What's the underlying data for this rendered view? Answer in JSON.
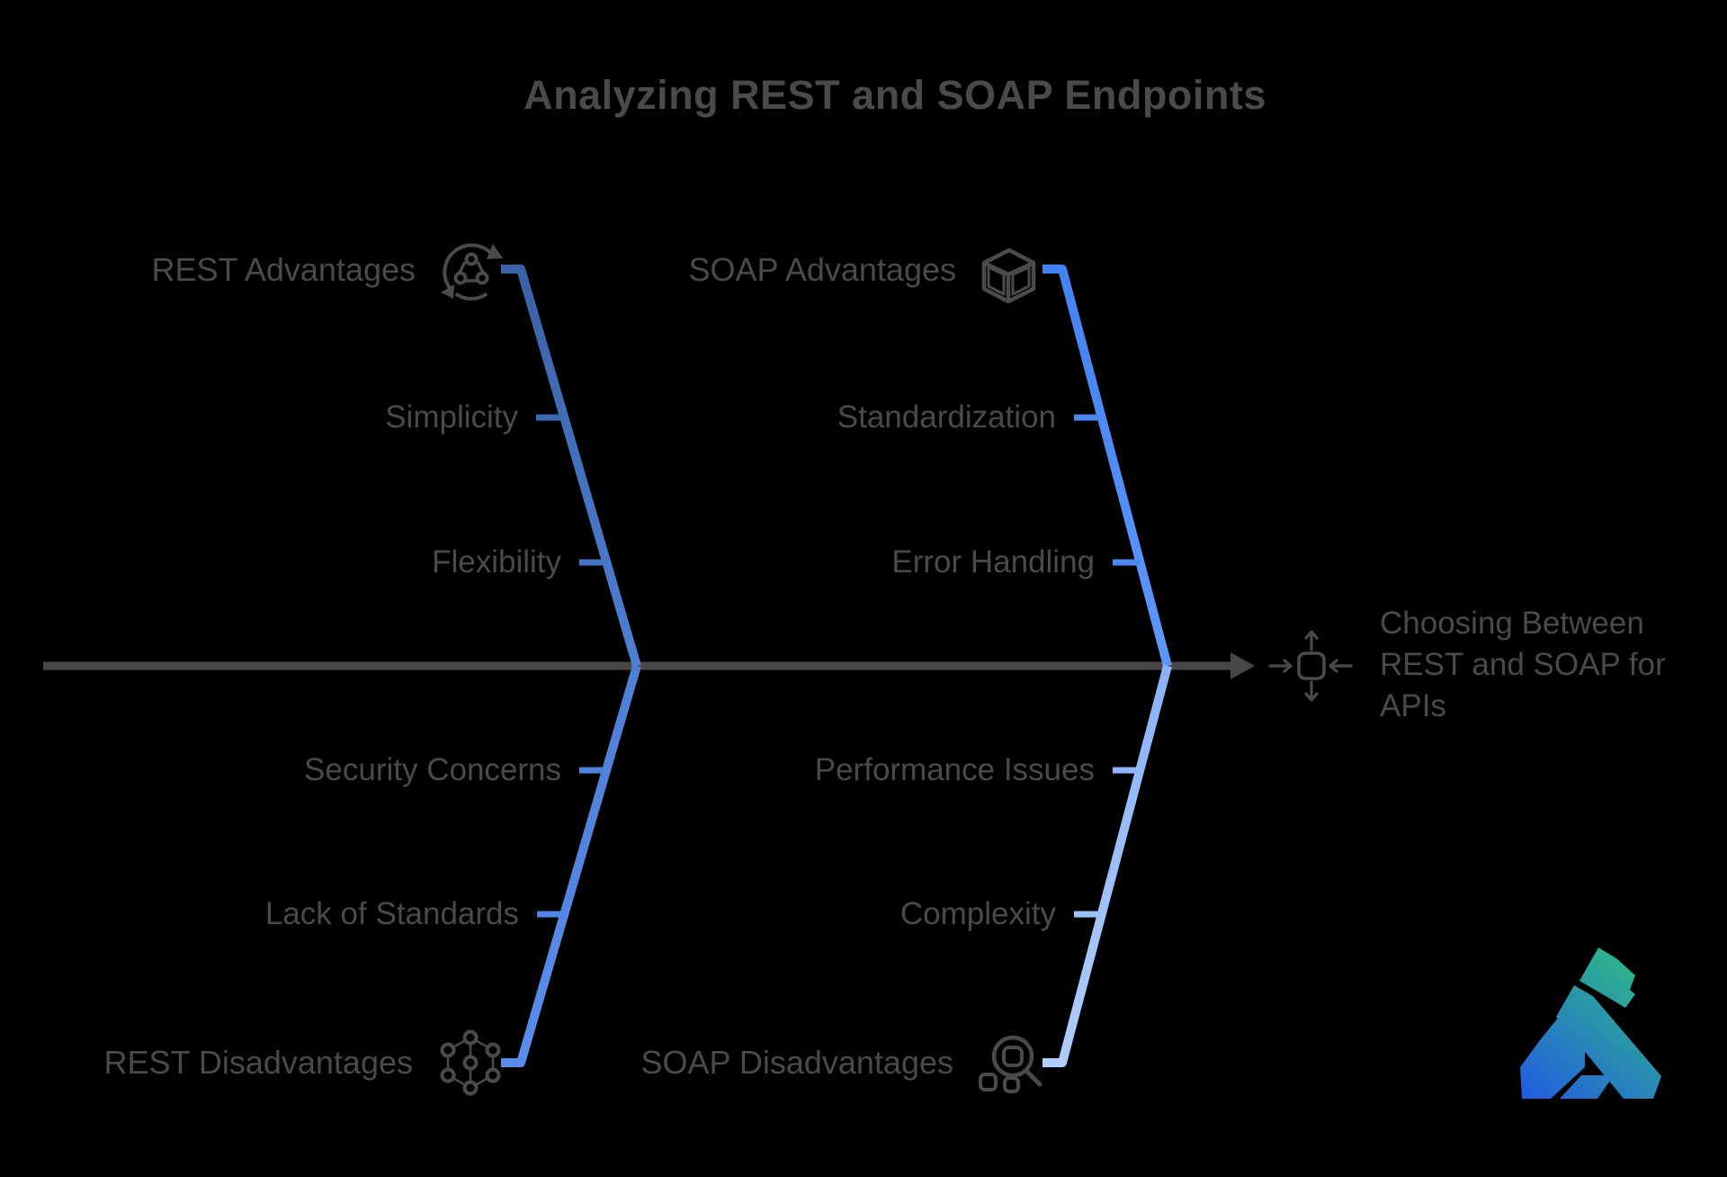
{
  "title": "Analyzing REST and SOAP Endpoints",
  "head": {
    "label": "Choosing Between REST and SOAP for APIs",
    "lines": [
      "Choosing Between",
      "REST and SOAP for",
      "APIs"
    ],
    "icon": "focus-arrows-icon"
  },
  "branches": {
    "rest_advantages": {
      "label": "REST Advantages",
      "icon": "cycle-network-icon",
      "items": [
        "Simplicity",
        "Flexibility"
      ]
    },
    "soap_advantages": {
      "label": "SOAP Advantages",
      "icon": "cube-icon",
      "items": [
        "Standardization",
        "Error Handling"
      ]
    },
    "rest_disadvantages": {
      "label": "REST Disadvantages",
      "icon": "node-network-icon",
      "items": [
        "Security Concerns",
        "Lack of Standards"
      ]
    },
    "soap_disadvantages": {
      "label": "SOAP Disadvantages",
      "icon": "search-inspect-icon",
      "items": [
        "Performance Issues",
        "Complexity"
      ]
    }
  },
  "logo": {
    "icon": "brand-gorilla-logo"
  },
  "colors": {
    "background": "#000000",
    "text": "#4a4a4a",
    "spine": "#474747",
    "branch_top_left": [
      "#3a62a6",
      "#4d7fd3"
    ],
    "branch_top_right": [
      "#4282f2",
      "#5f97f7"
    ],
    "branch_bottom_left": [
      "#4d7fd3",
      "#5a8cec"
    ],
    "branch_bottom_right": [
      "#8ab2f8",
      "#aecdfb"
    ],
    "logo_gradient": [
      "#2158e6",
      "#2fbd82"
    ]
  }
}
